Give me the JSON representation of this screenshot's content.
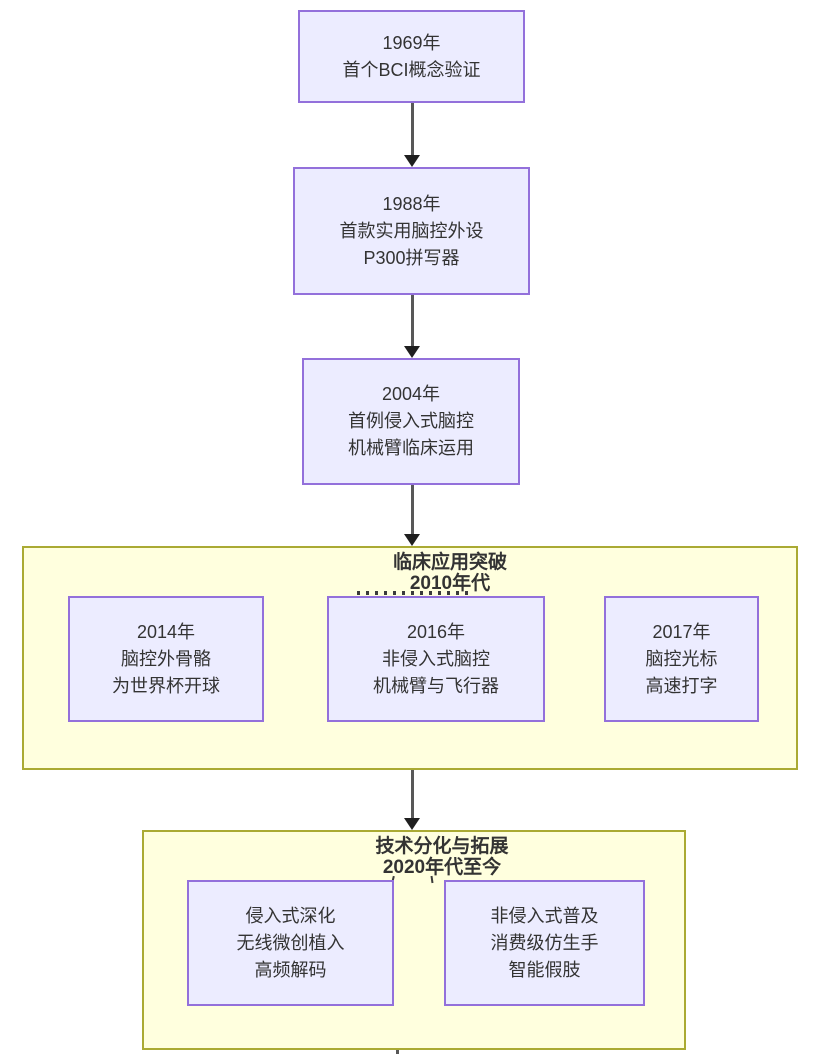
{
  "diagram": {
    "type": "flowchart-timeline",
    "colors": {
      "background": "#ffffff",
      "node_fill": "#ECECFF",
      "node_border": "#9370DB",
      "cluster_fill": "#FFFFDE",
      "cluster_border": "#AAAA33",
      "arrow": "#333333",
      "text": "#333333"
    },
    "timeline_nodes": [
      {
        "lines": [
          "1969年",
          "首个BCI概念验证"
        ]
      },
      {
        "lines": [
          "1988年",
          "首款实用脑控外设",
          "P300拼写器"
        ]
      },
      {
        "lines": [
          "2004年",
          "首例侵入式脑控",
          "机械臂临床运用"
        ]
      }
    ],
    "clusters": [
      {
        "title_lines": [
          "临床应用突破",
          "2010年代"
        ],
        "nodes": [
          {
            "lines": [
              "2014年",
              "脑控外骨骼",
              "为世界杯开球"
            ]
          },
          {
            "lines": [
              "2016年",
              "非侵入式脑控",
              "机械臂与飞行器"
            ]
          },
          {
            "lines": [
              "2017年",
              "脑控光标",
              "高速打字"
            ]
          }
        ]
      },
      {
        "title_lines": [
          "技术分化与拓展",
          "2020年代至今"
        ],
        "nodes": [
          {
            "lines": [
              "侵入式深化",
              "无线微创植入",
              "高频解码"
            ]
          },
          {
            "lines": [
              "非侵入式普及",
              "消费级仿生手",
              "智能假肢"
            ]
          }
        ]
      }
    ]
  }
}
